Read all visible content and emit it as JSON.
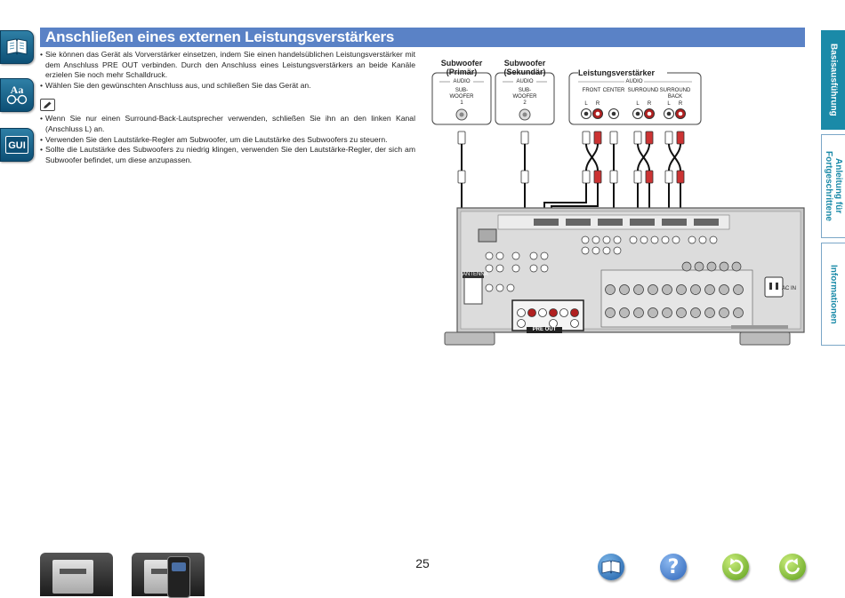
{
  "header": {
    "title": "Anschließen eines externen Leistungsverstärkers"
  },
  "sidebar": {
    "icons": [
      {
        "name": "book-icon"
      },
      {
        "name": "aa-index-icon",
        "label": "Aa"
      },
      {
        "name": "gui-icon",
        "label": "GUI"
      }
    ]
  },
  "right_tabs": [
    {
      "label": "Basisausführung",
      "active": true
    },
    {
      "label": "Anleitung für Fortgeschrittene",
      "active": false
    },
    {
      "label": "Informationen",
      "active": false
    }
  ],
  "content": {
    "bullets_main": [
      "Sie können das Gerät als Vorverstärker einsetzen, indem Sie einen handelsüblichen Leistungsverstärker mit dem Anschluss PRE OUT verbinden. Durch den Anschluss eines Leistungsverstärkers an beide Kanäle erzielen Sie noch mehr Schalldruck.",
      "Wählen Sie den gewünschten Anschluss aus, und schließen Sie das Gerät an."
    ],
    "bullets_note": [
      "Wenn Sie nur einen Surround-Back-Lautsprecher verwenden, schließen Sie ihn an den linken Kanal (Anschluss L) an.",
      "Verwenden Sie den Lautstärke-Regler am Subwoofer, um die Lautstärke des Subwoofers zu steuern.",
      "Sollte die Lautstärke des Subwoofers zu niedrig klingen, verwenden Sie den Lautstärke-Regler, der sich am Subwoofer befindet, um diese anzupassen."
    ]
  },
  "diagram": {
    "sub1": {
      "title_line1": "Subwoofer",
      "title_line2": "(Primär)",
      "audio": "AUDIO",
      "jack_line1": "SUB-",
      "jack_line2": "WOOFER",
      "jack_num": "1"
    },
    "sub2": {
      "title_line1": "Subwoofer",
      "title_line2": "(Sekundär)",
      "audio": "AUDIO",
      "jack_line1": "SUB-",
      "jack_line2": "WOOFER",
      "jack_num": "2"
    },
    "amp": {
      "title": "Leistungsverstärker",
      "audio": "AUDIO",
      "channels": [
        "FRONT",
        "CENTER",
        "SURROUND",
        "SURROUND"
      ],
      "channel_sub": "BACK",
      "lr": [
        "L",
        "R",
        "L",
        "R",
        "L",
        "R"
      ]
    },
    "receiver": {
      "pre_out_label": "PRE OUT",
      "ac_in_label": "AC IN",
      "antenna_label": "ANTENNA"
    }
  },
  "footer": {
    "page_number": "25"
  }
}
